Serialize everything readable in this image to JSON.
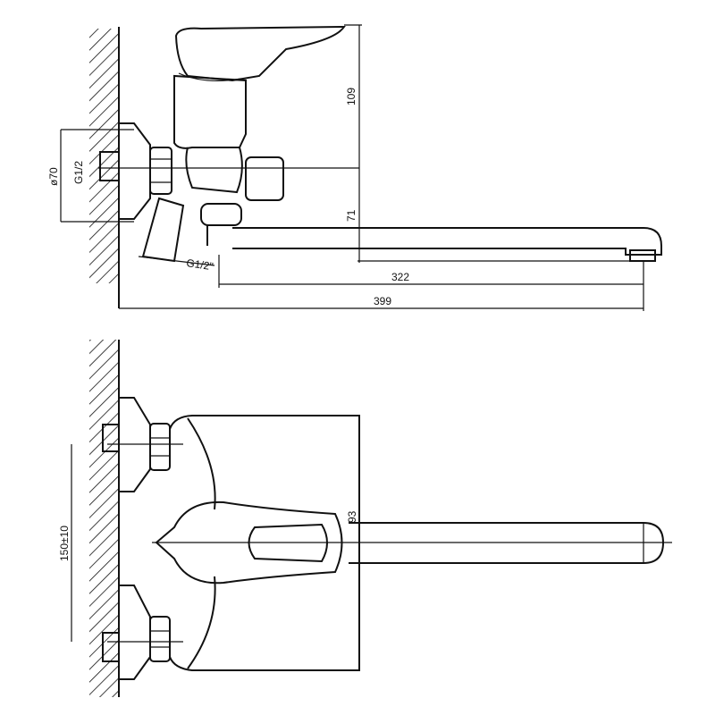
{
  "top_view": {
    "dim_height_top": "109",
    "dim_height_spout": "71",
    "dim_reach_spout": "322",
    "dim_total_length": "399",
    "dim_flange_diameter": "ø70",
    "thread_wall": "G1/2",
    "thread_outlet": "G1/2\""
  },
  "bottom_view": {
    "dim_centers": "150±10",
    "dim_body_height": "93"
  }
}
